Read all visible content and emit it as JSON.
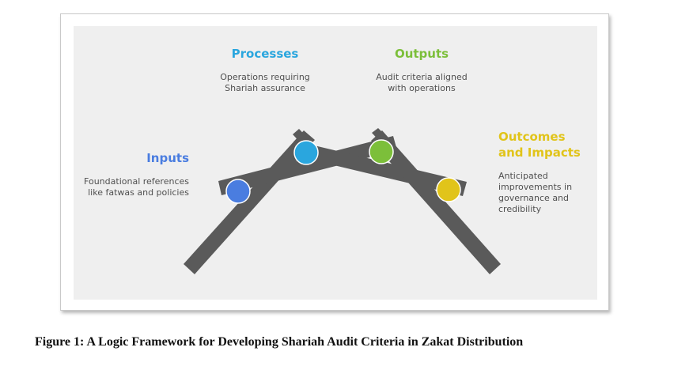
{
  "stages": {
    "inputs": {
      "title": "Inputs",
      "description": "Foundational references like fatwas and policies",
      "color": "#4a7de0"
    },
    "processes": {
      "title": "Processes",
      "description": "Operations requiring Shariah assurance",
      "color": "#2aa6de"
    },
    "outputs": {
      "title": "Outputs",
      "description": "Audit criteria aligned with operations",
      "color": "#7cbf3a"
    },
    "outcomes": {
      "title": "Outcomes and Impacts",
      "description": "Anticipated improvements in governance and credibility",
      "color": "#e1c41a"
    }
  },
  "colors": {
    "beam": "#5a5a5a",
    "panel": "#efefef"
  },
  "caption": "Figure 1: A Logic Framework for Developing Shariah Audit Criteria in Zakat Distribution"
}
